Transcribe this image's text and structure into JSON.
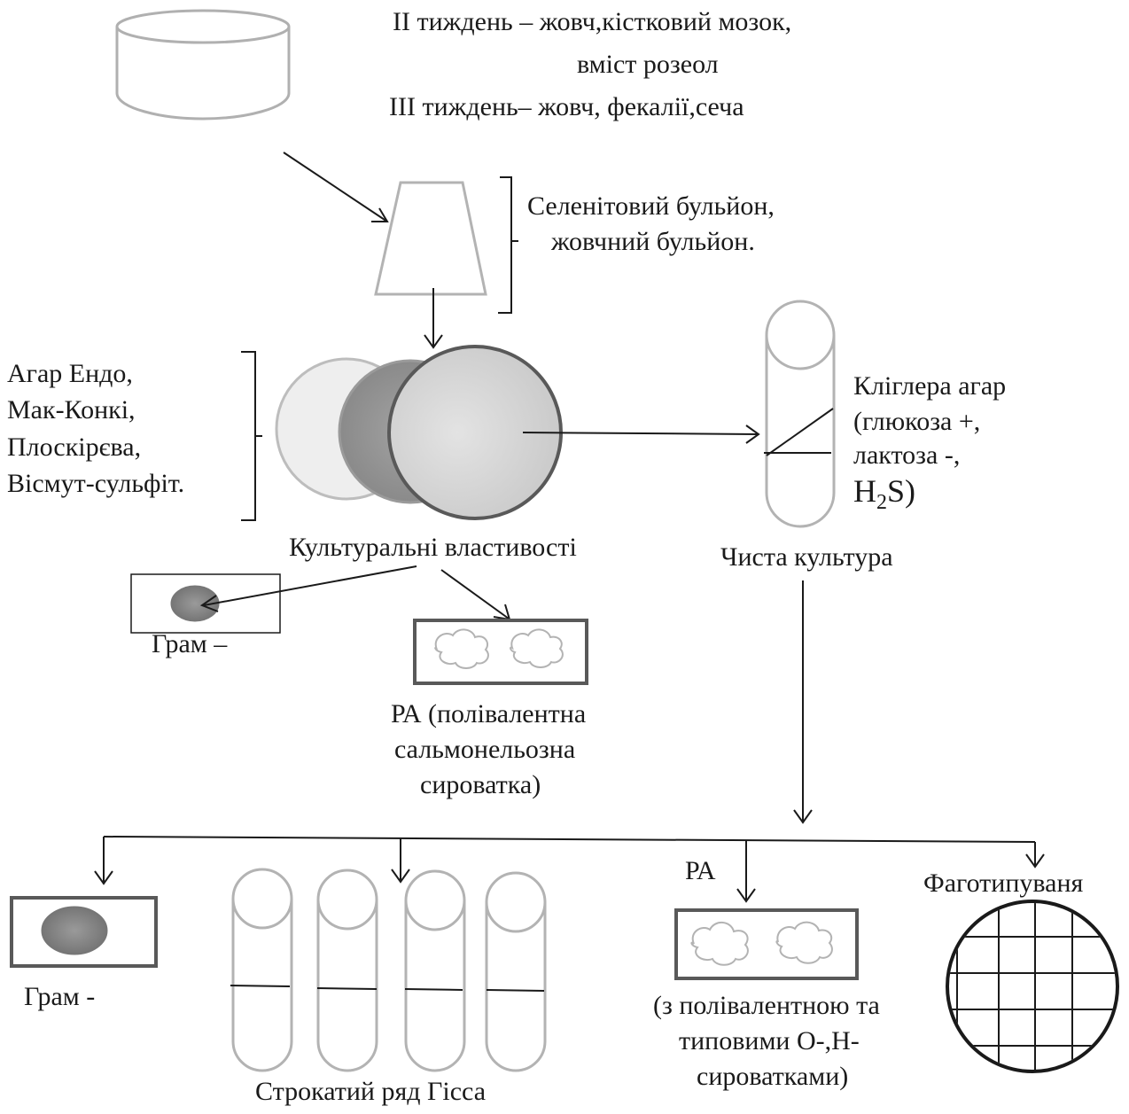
{
  "sample_text": {
    "week2_line1": "II тиждень – жовч,кістковий мозок,",
    "week2_line2": "вміст розеол",
    "week3": "III тиждень– жовч, фекалії,сеча"
  },
  "enrichment": {
    "line1": "Селенітовий бульйон,",
    "line2": "жовчний бульйон."
  },
  "media": {
    "lines": [
      "Агар Ендо,",
      "Мак-Конкі,",
      "Плоскірєва,",
      "Вісмут-сульфіт."
    ],
    "caption": "Культуральні властивості"
  },
  "kligler": {
    "lines": [
      "Кліглера агар",
      "(глюкоза +,",
      "лактоза -,"
    ],
    "h2s_prefix": "H",
    "h2s_sub": "2",
    "h2s_suffix": "S)",
    "caption": "Чиста культура"
  },
  "gram_first": "Грам –",
  "ra_first": {
    "lines": [
      "РА (полівалентна",
      "сальмонельозна",
      "сироватка)"
    ]
  },
  "final": {
    "gram": "Грам -",
    "hiss": "Строкатий ряд Гісса",
    "ra_label": "РА",
    "ra_lines": [
      "(з полівалентною та",
      "типовими О-,Н-",
      "сироватками)"
    ],
    "phage": "Фаготипуваня"
  },
  "colors": {
    "line": "#1a1a1a",
    "outline": "#b3b3b3",
    "dark_fill": "#7d7d7d",
    "mid_fill": "#c9c9c9",
    "light_fill": "#ececec"
  }
}
